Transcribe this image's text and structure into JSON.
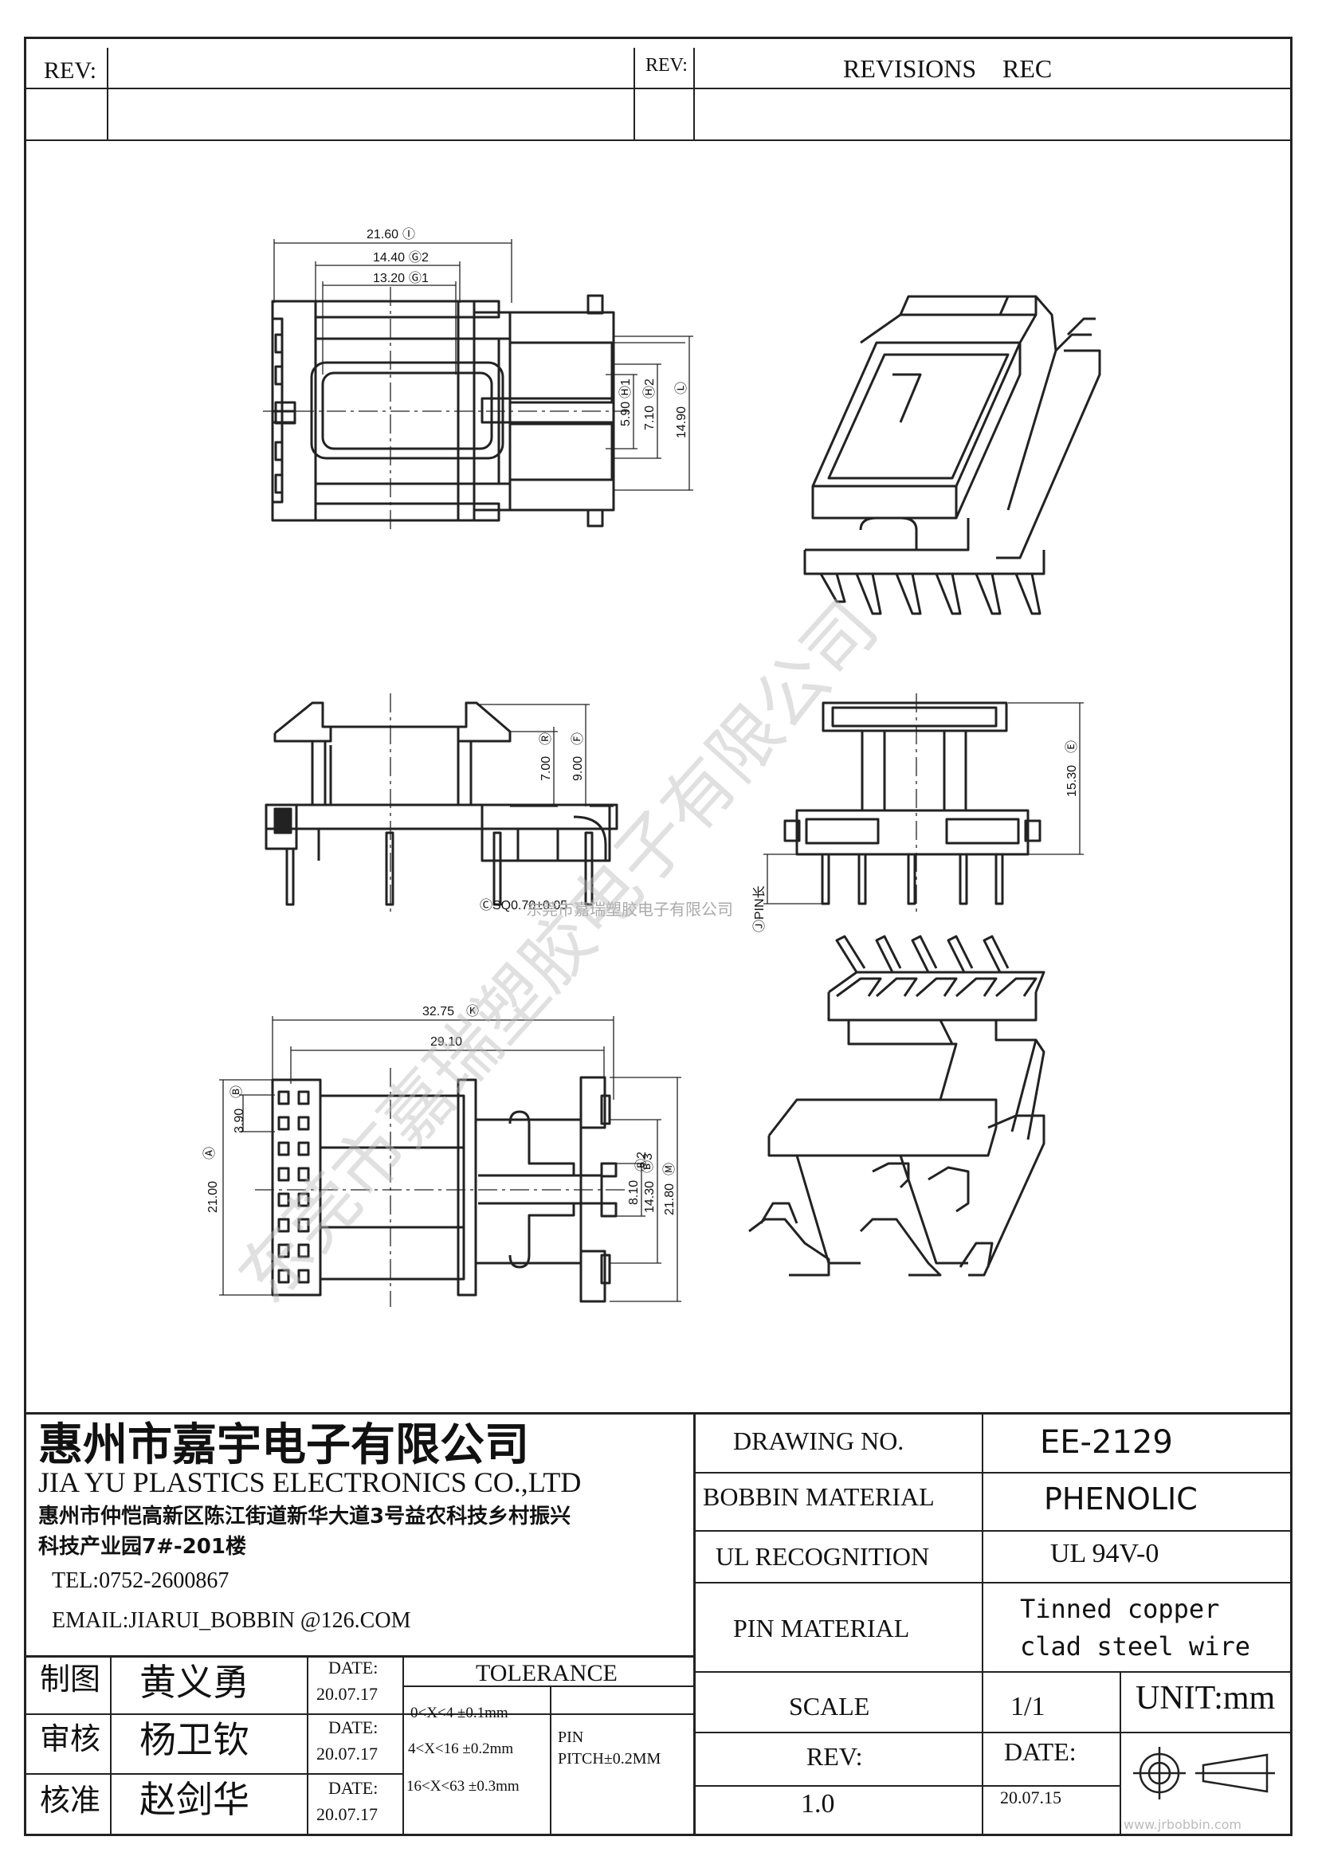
{
  "revision_block": {
    "rev_label_left": "REV:",
    "rev_label_right": "REV:",
    "revisions": "REVISIONS",
    "rec": "REC"
  },
  "dimensions": {
    "top": {
      "w_total": "21.60",
      "w_total_tag": "Ⓘ",
      "w_mid": "14.40",
      "w_mid_tag": "Ⓖ2",
      "w_inner": "13.20",
      "w_inner_tag": "Ⓖ1",
      "h_inner": "5.90",
      "h_inner_tag": "Ⓗ1",
      "h_mid": "7.10",
      "h_mid_tag": "Ⓗ2",
      "h_total": "14.90",
      "h_total_tag": "Ⓛ"
    },
    "side": {
      "h_a": "7.00",
      "h_a_tag": "Ⓡ",
      "h_b": "9.00",
      "h_b_tag": "Ⓕ",
      "pin_spec": "ⒸSQ0.70±0.05",
      "height": "15.30",
      "height_tag": "Ⓔ",
      "pin_len": "ⒿPIN长"
    },
    "bottom": {
      "l_total": "32.75",
      "l_total_tag": "Ⓚ",
      "l_inner": "29.10",
      "pitch_tag": "Ⓑ",
      "pitch": "3.90",
      "row": "21.00",
      "row_tag": "Ⓐ",
      "h1": "8.10",
      "h1_tag": "Ⓑ2",
      "h2": "14.30",
      "h2_tag": "Ⓑ3",
      "h3": "21.80",
      "h3_tag": "Ⓜ"
    }
  },
  "watermark": {
    "diagonal": "东莞市嘉瑞塑胶电子有限公司",
    "inline": "东莞市嘉瑞塑胶电子有限公司",
    "url": "www.jrbobbin.com"
  },
  "title_block": {
    "company_cn": "惠州市嘉宇电子有限公司",
    "company_en": "JIA YU PLASTICS ELECTRONICS CO.,LTD",
    "address_1": "惠州市仲恺高新区陈江街道新华大道3号益农科技乡村振兴",
    "address_2": "科技产业园7#-201楼",
    "tel": "TEL:0752-2600867",
    "email": "EMAIL:JIARUI_BOBBIN @126.COM",
    "drawing_no_label": "DRAWING  NO.",
    "drawing_no": "EE-2129",
    "bobbin_material_label": "BOBBIN  MATERIAL",
    "bobbin_material": "PHENOLIC",
    "ul_label": "UL RECOGNITION",
    "ul_value": "UL 94V-0",
    "pin_material_label": "PIN MATERIAL",
    "pin_material_1": "Tinned copper",
    "pin_material_2": "clad steel wire",
    "unit": "UNIT:mm",
    "scale_label": "SCALE",
    "scale_value": "1/1",
    "rev_label": "REV:",
    "rev_value": "1.0",
    "date_label": "DATE:",
    "date_value": "20.07.15",
    "sign_rows": [
      {
        "role": "制图",
        "name": "黄义勇",
        "date_label": "DATE:",
        "date": "20.07.17"
      },
      {
        "role": "审核",
        "name": "杨卫钦",
        "date_label": "DATE:",
        "date": "20.07.17"
      },
      {
        "role": "核准",
        "name": "赵剑华",
        "date_label": "DATE:",
        "date": "20.07.17"
      }
    ],
    "tolerance_label": "TOLERANCE",
    "tolerance_rows": [
      "0<X<4  ±0.1mm",
      "4<X<16 ±0.2mm",
      "16<X<63 ±0.3mm"
    ],
    "pin_label": "PIN",
    "pin_pitch": "PITCH±0.2MM"
  }
}
